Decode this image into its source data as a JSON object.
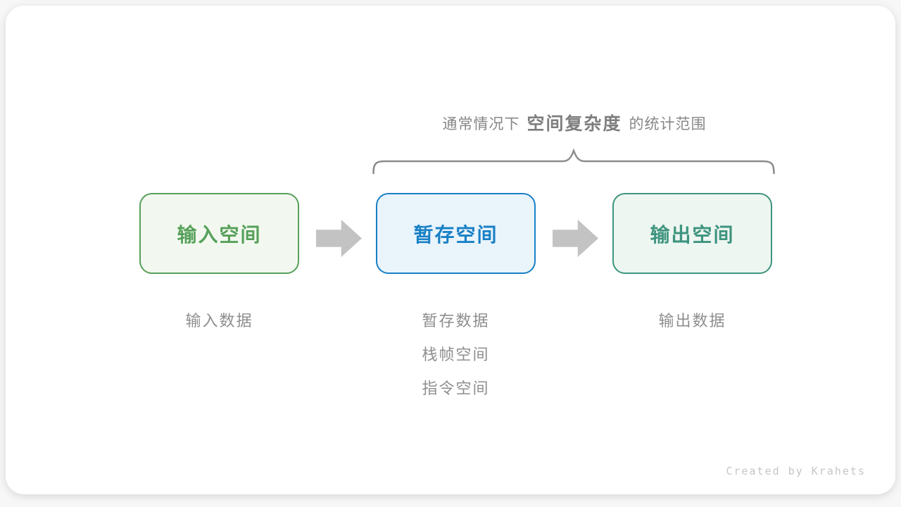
{
  "title": {
    "prefix": "通常情况下",
    "highlight": "空间复杂度",
    "suffix": "的统计范围"
  },
  "brace": {
    "color": "#8c8c8c",
    "covers": "暂存空间 和 输出空间"
  },
  "boxes": [
    {
      "label": "输入空间",
      "border_color": "#57a05a",
      "background_color": "#f2f8ef",
      "text_color": "#57a05a"
    },
    {
      "label": "暂存空间",
      "border_color": "#1980c6",
      "background_color": "#e9f4fb",
      "text_color": "#1980c6"
    },
    {
      "label": "输出空间",
      "border_color": "#3e947f",
      "background_color": "#edf6f1",
      "text_color": "#3e947f"
    }
  ],
  "arrows": {
    "color": "#c3c3c3",
    "direction": "right"
  },
  "sublabels": [
    {
      "lines": [
        "输入数据"
      ]
    },
    {
      "lines": [
        "暂存数据",
        "栈帧空间",
        "指令空间"
      ]
    },
    {
      "lines": [
        "输出数据"
      ]
    }
  ],
  "footer": {
    "credit": "Created by Krahets"
  }
}
